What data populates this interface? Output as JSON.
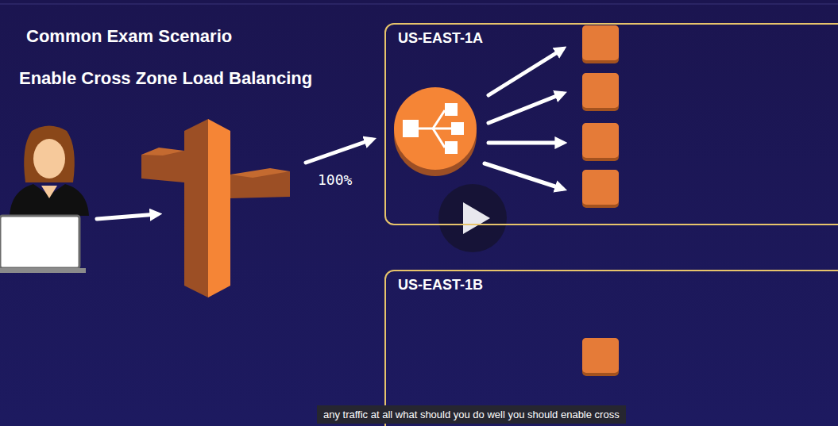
{
  "diagram": {
    "title": "Common Exam Scenario",
    "caption": "any traffic at all what should you do well you should enable cross",
    "nodes": [
      {
        "text": [
          "US-EAST-1A"
        ]
      },
      {
        "text": [
          "US-EAST-1B"
        ]
      }
    ],
    "labels": [
      "Enable Cross Zone Load Balancing",
      "100%"
    ]
  }
}
